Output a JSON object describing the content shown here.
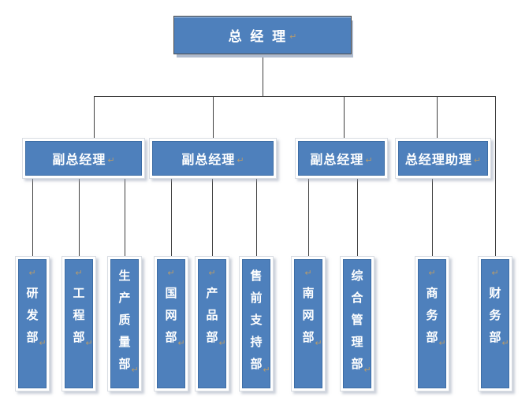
{
  "colors": {
    "background": "#FFFFFF",
    "node_fill": "#4E80BC",
    "node_border": "#3D6DA5",
    "root_border": "#4F4F4F",
    "frame": "#FFFFFF",
    "frame_border": "#D9DDE3",
    "shadow": "#AFBBCE",
    "connector": "#3F3F3F",
    "text": "#FFFFFF",
    "mark": "#B49A6E"
  },
  "marks": {
    "paragraph": "↵"
  },
  "root": {
    "id": "root",
    "label": "总 经 理"
  },
  "level2": [
    {
      "id": "vp-1",
      "label": "副总经理",
      "reports_to": "root"
    },
    {
      "id": "vp-2",
      "label": "副总经理",
      "reports_to": "root"
    },
    {
      "id": "vp-3",
      "label": "副总经理",
      "reports_to": "root"
    },
    {
      "id": "assistant",
      "label": "总经理助理",
      "reports_to": "root"
    }
  ],
  "departments": [
    {
      "id": "rd",
      "label": "研发部",
      "reports_to": "vp-1",
      "lead_mark": true
    },
    {
      "id": "engineering",
      "label": "工程部",
      "reports_to": "vp-1",
      "lead_mark": true
    },
    {
      "id": "production-quality",
      "label": "生产质量部",
      "reports_to": "vp-1",
      "lead_mark": false
    },
    {
      "id": "state-grid",
      "label": "国网部",
      "reports_to": "vp-2",
      "lead_mark": true
    },
    {
      "id": "product",
      "label": "产品部",
      "reports_to": "vp-2",
      "lead_mark": true
    },
    {
      "id": "presales-support",
      "label": "售前支持部",
      "reports_to": "vp-2",
      "lead_mark": false
    },
    {
      "id": "southern-grid",
      "label": "南网部",
      "reports_to": "vp-3",
      "lead_mark": true
    },
    {
      "id": "general-admin",
      "label": "综合管理部",
      "reports_to": "vp-3",
      "lead_mark": false
    },
    {
      "id": "business",
      "label": "商务部",
      "reports_to": "assistant",
      "lead_mark": true
    },
    {
      "id": "finance",
      "label": "财务部",
      "reports_to": "root",
      "lead_mark": true
    }
  ]
}
